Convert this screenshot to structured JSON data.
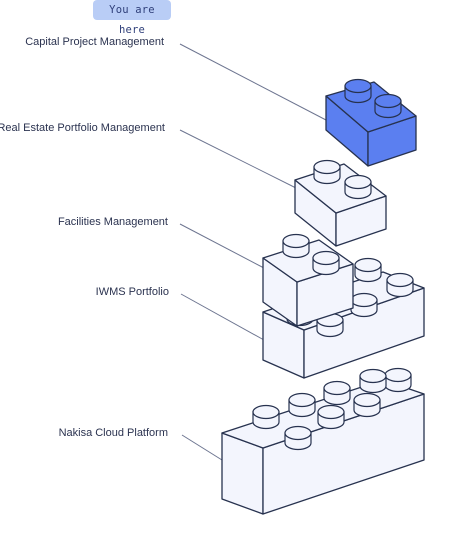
{
  "badge": "You are here",
  "layers": [
    {
      "label": "Capital Project Management",
      "highlight": true
    },
    {
      "label": "Real Estate Portfolio Management",
      "highlight": false
    },
    {
      "label": "Facilities Management",
      "highlight": false
    },
    {
      "label": "IWMS Portfolio",
      "highlight": false
    },
    {
      "label": "Nakisa Cloud Platform",
      "highlight": false
    }
  ],
  "colors": {
    "highlight_fill": "#5b7ff0",
    "block_fill": "#f3f5fd",
    "stroke": "#27324f",
    "badge_bg": "#b9cdf6"
  }
}
